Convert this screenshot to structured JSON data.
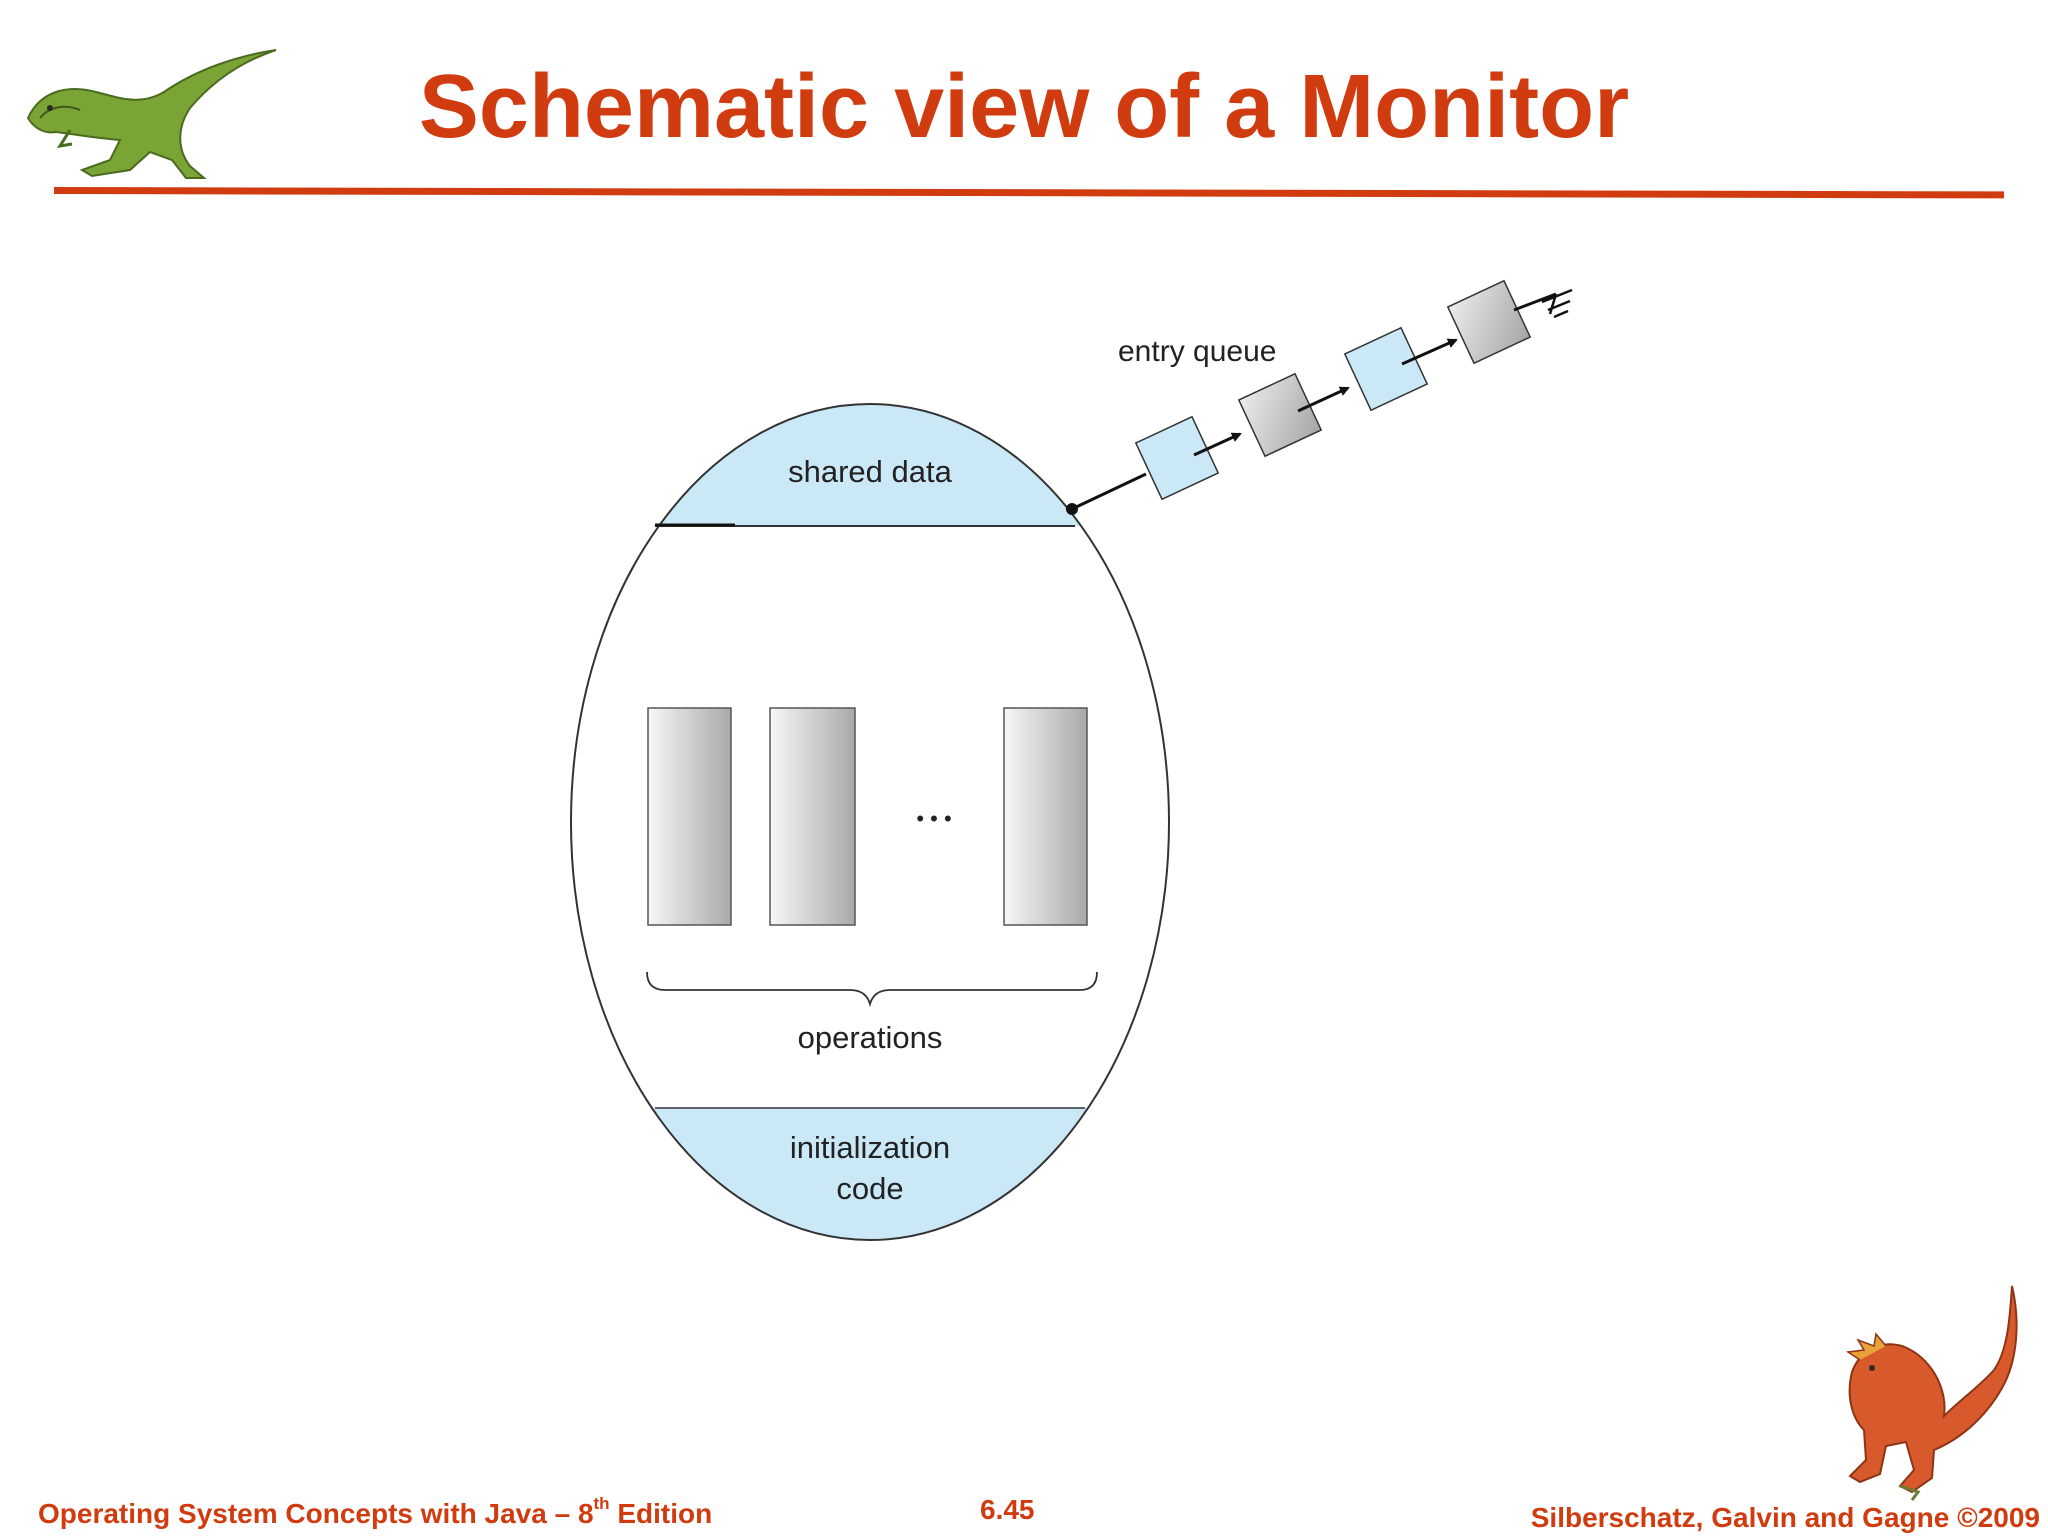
{
  "slide": {
    "title": "Schematic view of a Monitor"
  },
  "diagram": {
    "entry_queue_label": "entry queue",
    "shared_data_label": "shared data",
    "operations_label": "operations",
    "ellipsis": "• • •",
    "init_label_line1": "initialization",
    "init_label_line2": "code"
  },
  "footer": {
    "left_prefix": "Operating System Concepts with Java – 8",
    "left_sup": "th",
    "left_suffix": " Edition",
    "page_number": "6.45",
    "right": "Silberschatz, Galvin and Gagne ©2009"
  },
  "colors": {
    "accent": "#d03c0f",
    "region_fill": "#cbe8f7",
    "queue_gray": "#c6c6c6"
  }
}
